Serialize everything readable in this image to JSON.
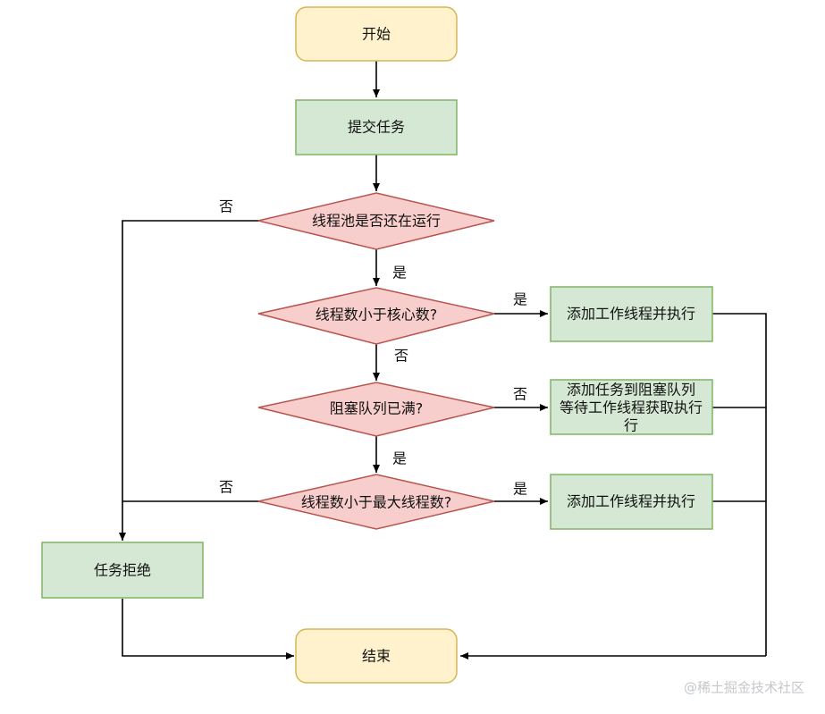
{
  "colors": {
    "terminal_fill": "#fff2cc",
    "terminal_stroke": "#d6b656",
    "process_fill": "#d5e8d4",
    "process_stroke": "#82b366",
    "decision_fill": "#f8cecc",
    "decision_stroke": "#b85450",
    "edge": "#000000"
  },
  "nodes": {
    "start": "开始",
    "submit": "提交任务",
    "pool_running": "线程池是否还在运行",
    "less_than_core": "线程数小于核心数?",
    "add_worker_1": "添加工作线程并执行",
    "queue_full": "阻塞队列已满?",
    "enqueue_line1": "添加任务到阻塞队列",
    "enqueue_line2": "等待工作线程获取执行",
    "enqueue_line3": "行",
    "less_than_max": "线程数小于最大线程数?",
    "add_worker_2": "添加工作线程并执行",
    "reject": "任务拒绝",
    "end": "结束"
  },
  "edge_labels": {
    "pool_running_no": "否",
    "pool_running_yes": "是",
    "core_yes": "是",
    "core_no": "否",
    "queue_not_full": "否",
    "queue_full_yes": "是",
    "max_no": "否",
    "max_yes": "是"
  },
  "watermark": "@稀土掘金技术社区"
}
